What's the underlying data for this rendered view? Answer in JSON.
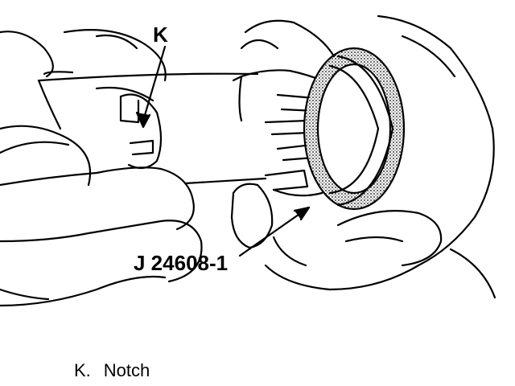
{
  "callouts": {
    "k": "K",
    "tool": "J 24608-1"
  },
  "legend": {
    "key": "K.",
    "text": "Notch"
  }
}
